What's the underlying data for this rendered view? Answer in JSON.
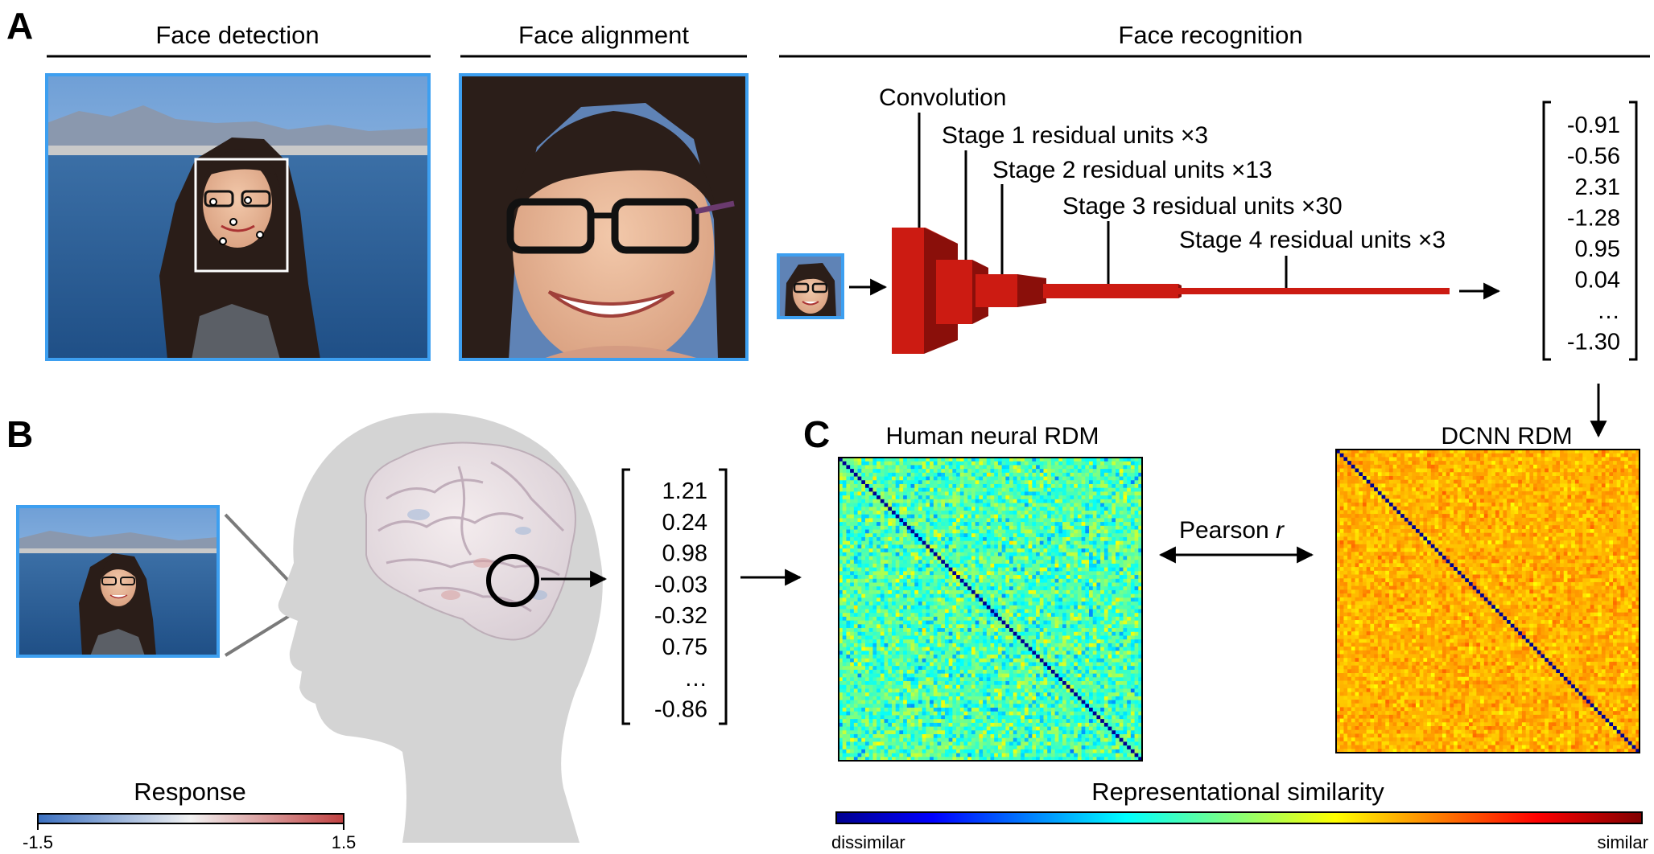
{
  "panels": {
    "a": "A",
    "b": "B",
    "c": "C"
  },
  "sections": {
    "detection": "Face detection",
    "alignment": "Face alignment",
    "recognition": "Face recognition"
  },
  "network": {
    "labels": [
      "Convolution",
      "Stage 1 residual units ×3",
      "Stage 2 residual units ×13",
      "Stage 3 residual units ×30",
      "Stage 4 residual units ×3"
    ]
  },
  "dcnn_vector": [
    "-0.91",
    "-0.56",
    "2.31",
    "-1.28",
    "0.95",
    "0.04",
    "…",
    "-1.30"
  ],
  "neural_vector": [
    "1.21",
    "0.24",
    "0.98",
    "-0.03",
    "-0.32",
    "0.75",
    "…",
    "-0.86"
  ],
  "rdm": {
    "human_title": "Human neural RDM",
    "dcnn_title": "DCNN RDM",
    "pearson_text": "Pearson",
    "pearson_symbol": "r"
  },
  "colorbars": {
    "response": {
      "title": "Response",
      "min": "-1.5",
      "max": "1.5"
    },
    "similarity": {
      "title": "Representational similarity",
      "min": "dissimilar",
      "max": "similar"
    }
  },
  "colors": {
    "photo_border": "#3d9ff0",
    "network_red": "#cc1b12",
    "network_dark": "#8a0f0a",
    "head_gray": "#d4d4d4"
  }
}
